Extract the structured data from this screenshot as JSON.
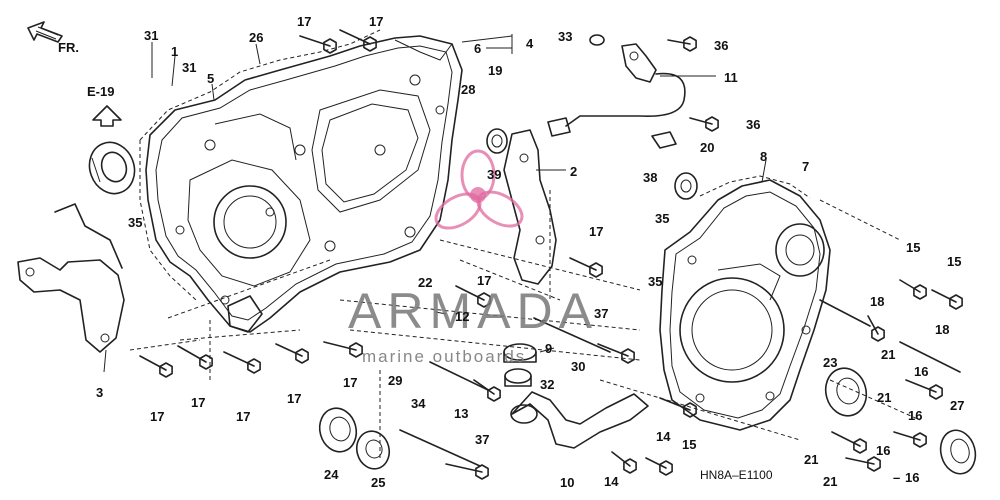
{
  "diagram": {
    "direction_label": "FR.",
    "ref_label": "E-19",
    "drawing_code": "HN8A–E1100",
    "watermark": {
      "brand": "ARMADA",
      "tagline": "marine outboards"
    }
  },
  "callouts": [
    {
      "id": "c1",
      "number": "31"
    },
    {
      "id": "c2",
      "number": "1"
    },
    {
      "id": "c3",
      "number": "31"
    },
    {
      "id": "c4",
      "number": "26"
    },
    {
      "id": "c5",
      "number": "5"
    },
    {
      "id": "c6",
      "number": "17"
    },
    {
      "id": "c7",
      "number": "17"
    },
    {
      "id": "c8",
      "number": "6"
    },
    {
      "id": "c9",
      "number": "4"
    },
    {
      "id": "c10",
      "number": "33"
    },
    {
      "id": "c11",
      "number": "36"
    },
    {
      "id": "c12",
      "number": "19"
    },
    {
      "id": "c13",
      "number": "28"
    },
    {
      "id": "c14",
      "number": "11"
    },
    {
      "id": "c15",
      "number": "36"
    },
    {
      "id": "c16",
      "number": "20"
    },
    {
      "id": "c17",
      "number": "39"
    },
    {
      "id": "c18",
      "number": "2"
    },
    {
      "id": "c19",
      "number": "8"
    },
    {
      "id": "c20",
      "number": "7"
    },
    {
      "id": "c21",
      "number": "38"
    },
    {
      "id": "c22",
      "number": "35"
    },
    {
      "id": "c23",
      "number": "35"
    },
    {
      "id": "c24",
      "number": "17"
    },
    {
      "id": "c25",
      "number": "15"
    },
    {
      "id": "c26",
      "number": "15"
    },
    {
      "id": "c27",
      "number": "35"
    },
    {
      "id": "c28",
      "number": "22"
    },
    {
      "id": "c29",
      "number": "17"
    },
    {
      "id": "c30",
      "number": "12"
    },
    {
      "id": "c31",
      "number": "18"
    },
    {
      "id": "c32",
      "number": "18"
    },
    {
      "id": "c33",
      "number": "37"
    },
    {
      "id": "c34",
      "number": "9"
    },
    {
      "id": "c35",
      "number": "3"
    },
    {
      "id": "c36",
      "number": "17"
    },
    {
      "id": "c37",
      "number": "17"
    },
    {
      "id": "c38",
      "number": "17"
    },
    {
      "id": "c39",
      "number": "17"
    },
    {
      "id": "c40",
      "number": "17"
    },
    {
      "id": "c41",
      "number": "29"
    },
    {
      "id": "c42",
      "number": "34"
    },
    {
      "id": "c43",
      "number": "13"
    },
    {
      "id": "c44",
      "number": "32"
    },
    {
      "id": "c45",
      "number": "30"
    },
    {
      "id": "c46",
      "number": "21"
    },
    {
      "id": "c47",
      "number": "16"
    },
    {
      "id": "c48",
      "number": "23"
    },
    {
      "id": "c49",
      "number": "21"
    },
    {
      "id": "c50",
      "number": "16"
    },
    {
      "id": "c51",
      "number": "27"
    },
    {
      "id": "c52",
      "number": "14"
    },
    {
      "id": "c53",
      "number": "15"
    },
    {
      "id": "c54",
      "number": "21"
    },
    {
      "id": "c55",
      "number": "16"
    },
    {
      "id": "c56",
      "number": "21"
    },
    {
      "id": "c57",
      "number": "16"
    },
    {
      "id": "c58",
      "number": "24"
    },
    {
      "id": "c59",
      "number": "25"
    },
    {
      "id": "c60",
      "number": "37"
    },
    {
      "id": "c61",
      "number": "10"
    },
    {
      "id": "c62",
      "number": "14"
    }
  ]
}
